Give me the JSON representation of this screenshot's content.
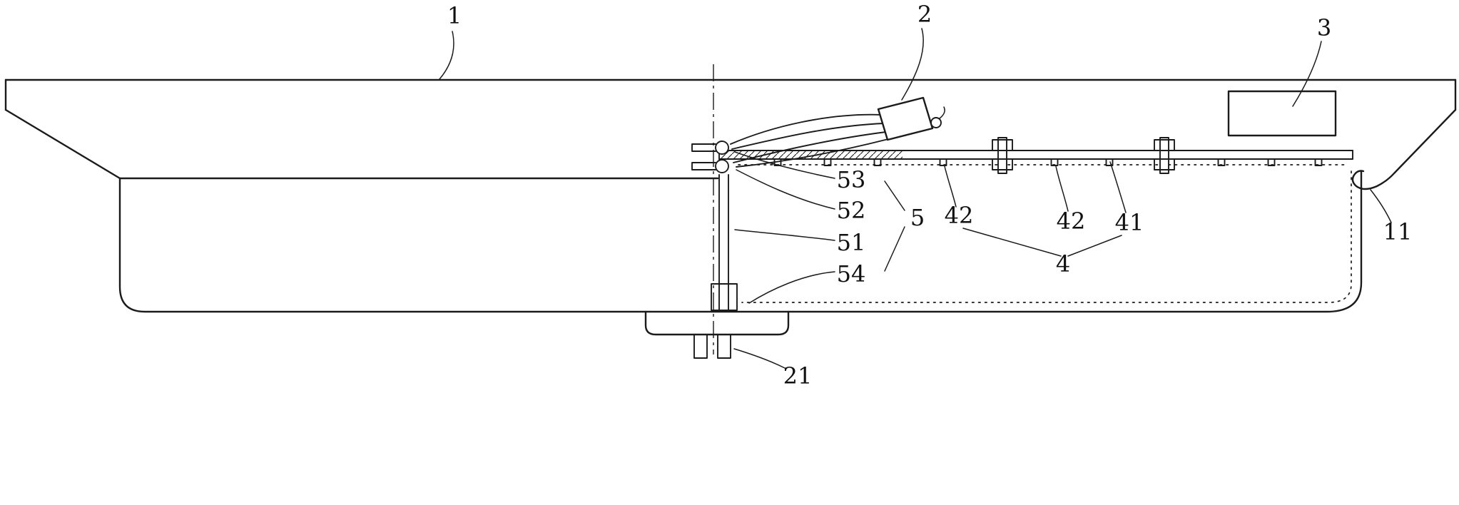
{
  "figure": {
    "background": "#ffffff",
    "line_color": "#1b1b1b",
    "labels": [
      {
        "id": "ref-1",
        "text": "1"
      },
      {
        "id": "ref-2",
        "text": "2"
      },
      {
        "id": "ref-3",
        "text": "3"
      },
      {
        "id": "ref-11",
        "text": "11"
      },
      {
        "id": "ref-21",
        "text": "21"
      },
      {
        "id": "ref-4",
        "text": "4"
      },
      {
        "id": "ref-41",
        "text": "41"
      },
      {
        "id": "ref-42-left",
        "text": "42"
      },
      {
        "id": "ref-42-right",
        "text": "42"
      },
      {
        "id": "ref-5",
        "text": "5"
      },
      {
        "id": "ref-51",
        "text": "51"
      },
      {
        "id": "ref-52",
        "text": "52"
      },
      {
        "id": "ref-53",
        "text": "53"
      },
      {
        "id": "ref-54",
        "text": "54"
      }
    ]
  }
}
